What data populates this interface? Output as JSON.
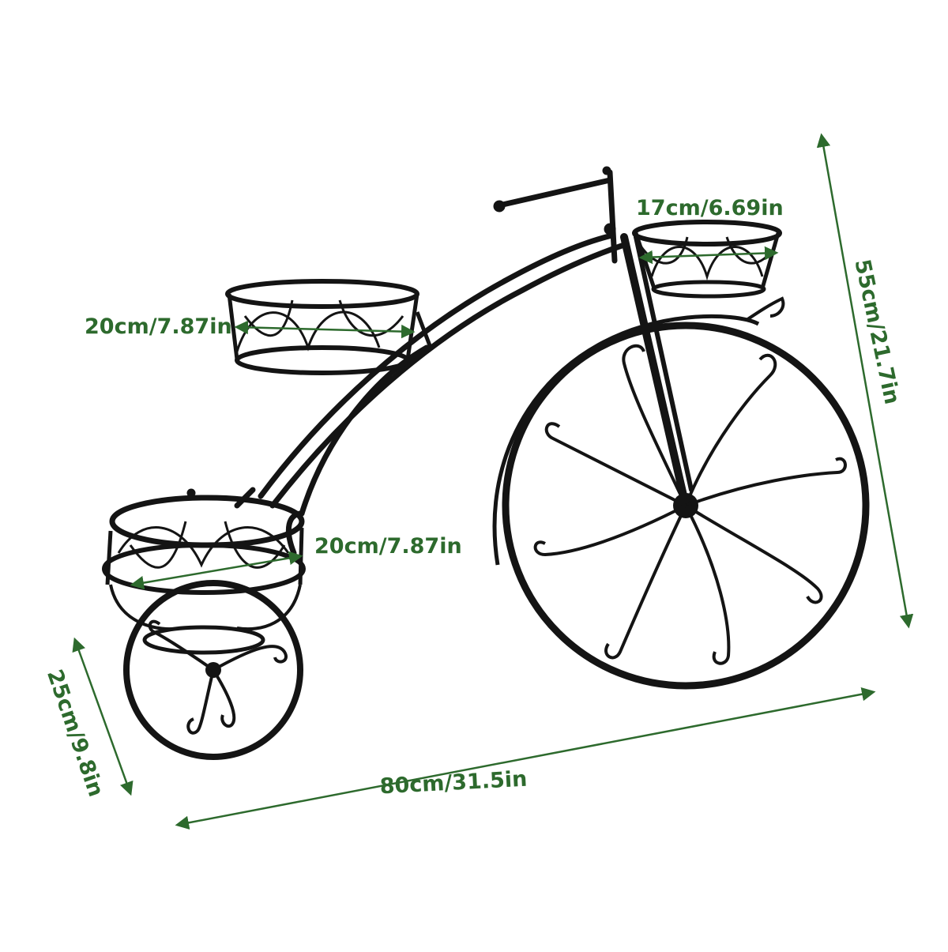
{
  "colors": {
    "dimension": "#2d6a2d",
    "metal": "#141414",
    "background": "#ffffff"
  },
  "dimensions": {
    "top_basket": "17cm/6.69in",
    "middle_basket": "20cm/7.87in",
    "lower_basket": "20cm/7.87in",
    "height": "55cm/21.7in",
    "small_wheel": "25cm/9.8in",
    "length": "80cm/31.5in"
  }
}
